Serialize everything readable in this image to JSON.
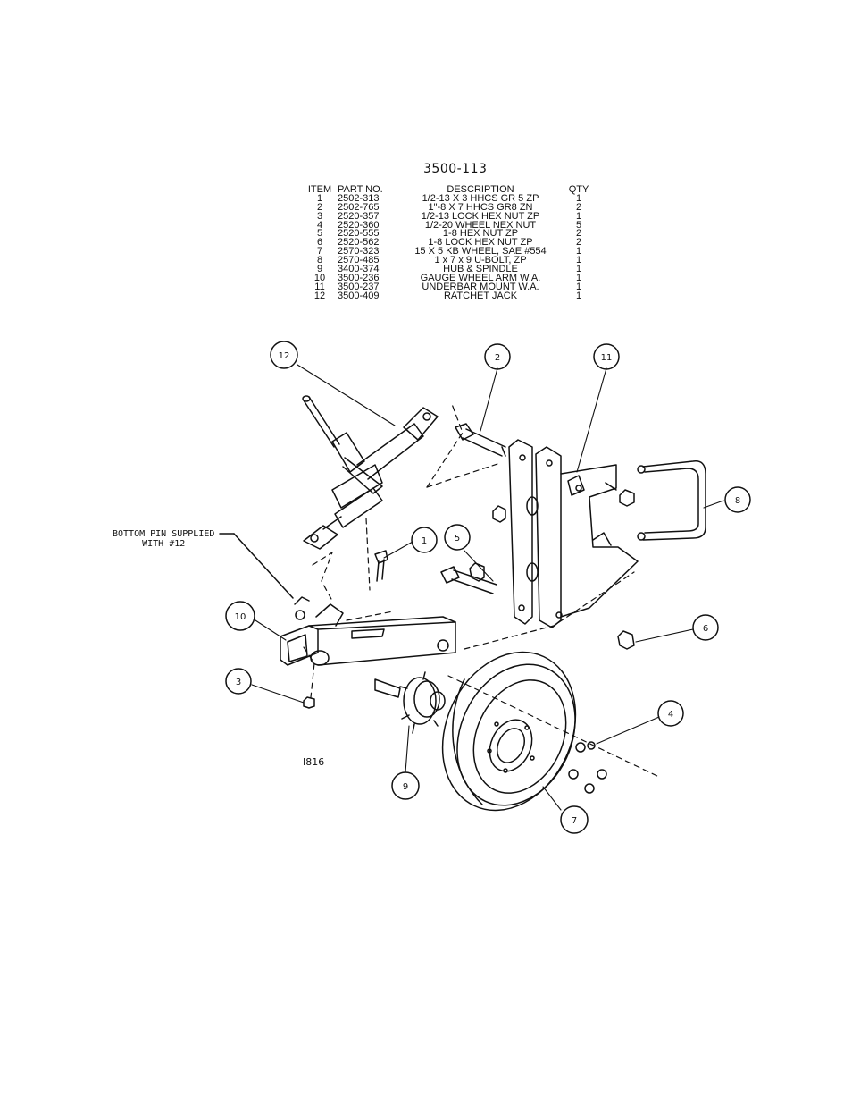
{
  "drawing_number": "3500-113",
  "parts_list": {
    "headers": {
      "item": "ITEM",
      "part_no": "PART NO.",
      "description": "DESCRIPTION",
      "qty": "QTY"
    },
    "rows": [
      {
        "item": "1",
        "part_no": "2502-313",
        "description": "1/2-13 X 3 HHCS GR 5 ZP",
        "qty": "1"
      },
      {
        "item": "2",
        "part_no": "2502-765",
        "description": "1\"-8 X 7 HHCS GR8 ZN",
        "qty": "2"
      },
      {
        "item": "3",
        "part_no": "2520-357",
        "description": "1/2-13 LOCK HEX NUT ZP",
        "qty": "1"
      },
      {
        "item": "4",
        "part_no": "2520-360",
        "description": "1/2-20 WHEEL NEX NUT",
        "qty": "5"
      },
      {
        "item": "5",
        "part_no": "2520-555",
        "description": "1-8 HEX NUT ZP",
        "qty": "2"
      },
      {
        "item": "6",
        "part_no": "2520-562",
        "description": "1-8 LOCK HEX NUT ZP",
        "qty": "2"
      },
      {
        "item": "7",
        "part_no": "2570-323",
        "description": "15 X 5 KB WHEEL, SAE #554",
        "qty": "1"
      },
      {
        "item": "8",
        "part_no": "2570-485",
        "description": "1 x 7 x 9 U-BOLT, ZP",
        "qty": "1"
      },
      {
        "item": "9",
        "part_no": "3400-374",
        "description": "HUB & SPINDLE",
        "qty": "1"
      },
      {
        "item": "10",
        "part_no": "3500-236",
        "description": "GAUGE WHEEL ARM W.A.",
        "qty": "1"
      },
      {
        "item": "11",
        "part_no": "3500-237",
        "description": "UNDERBAR MOUNT W.A.",
        "qty": "1"
      },
      {
        "item": "12",
        "part_no": "3500-409",
        "description": "RATCHET JACK",
        "qty": "1"
      }
    ]
  },
  "note": {
    "line1": "BOTTOM PIN SUPPLIED",
    "line2": "WITH #12"
  },
  "figure_code": "I816",
  "callouts": [
    "1",
    "2",
    "3",
    "4",
    "5",
    "6",
    "7",
    "8",
    "9",
    "10",
    "11",
    "12"
  ],
  "colors": {
    "line": "#111111",
    "paper": "#ffffff"
  }
}
